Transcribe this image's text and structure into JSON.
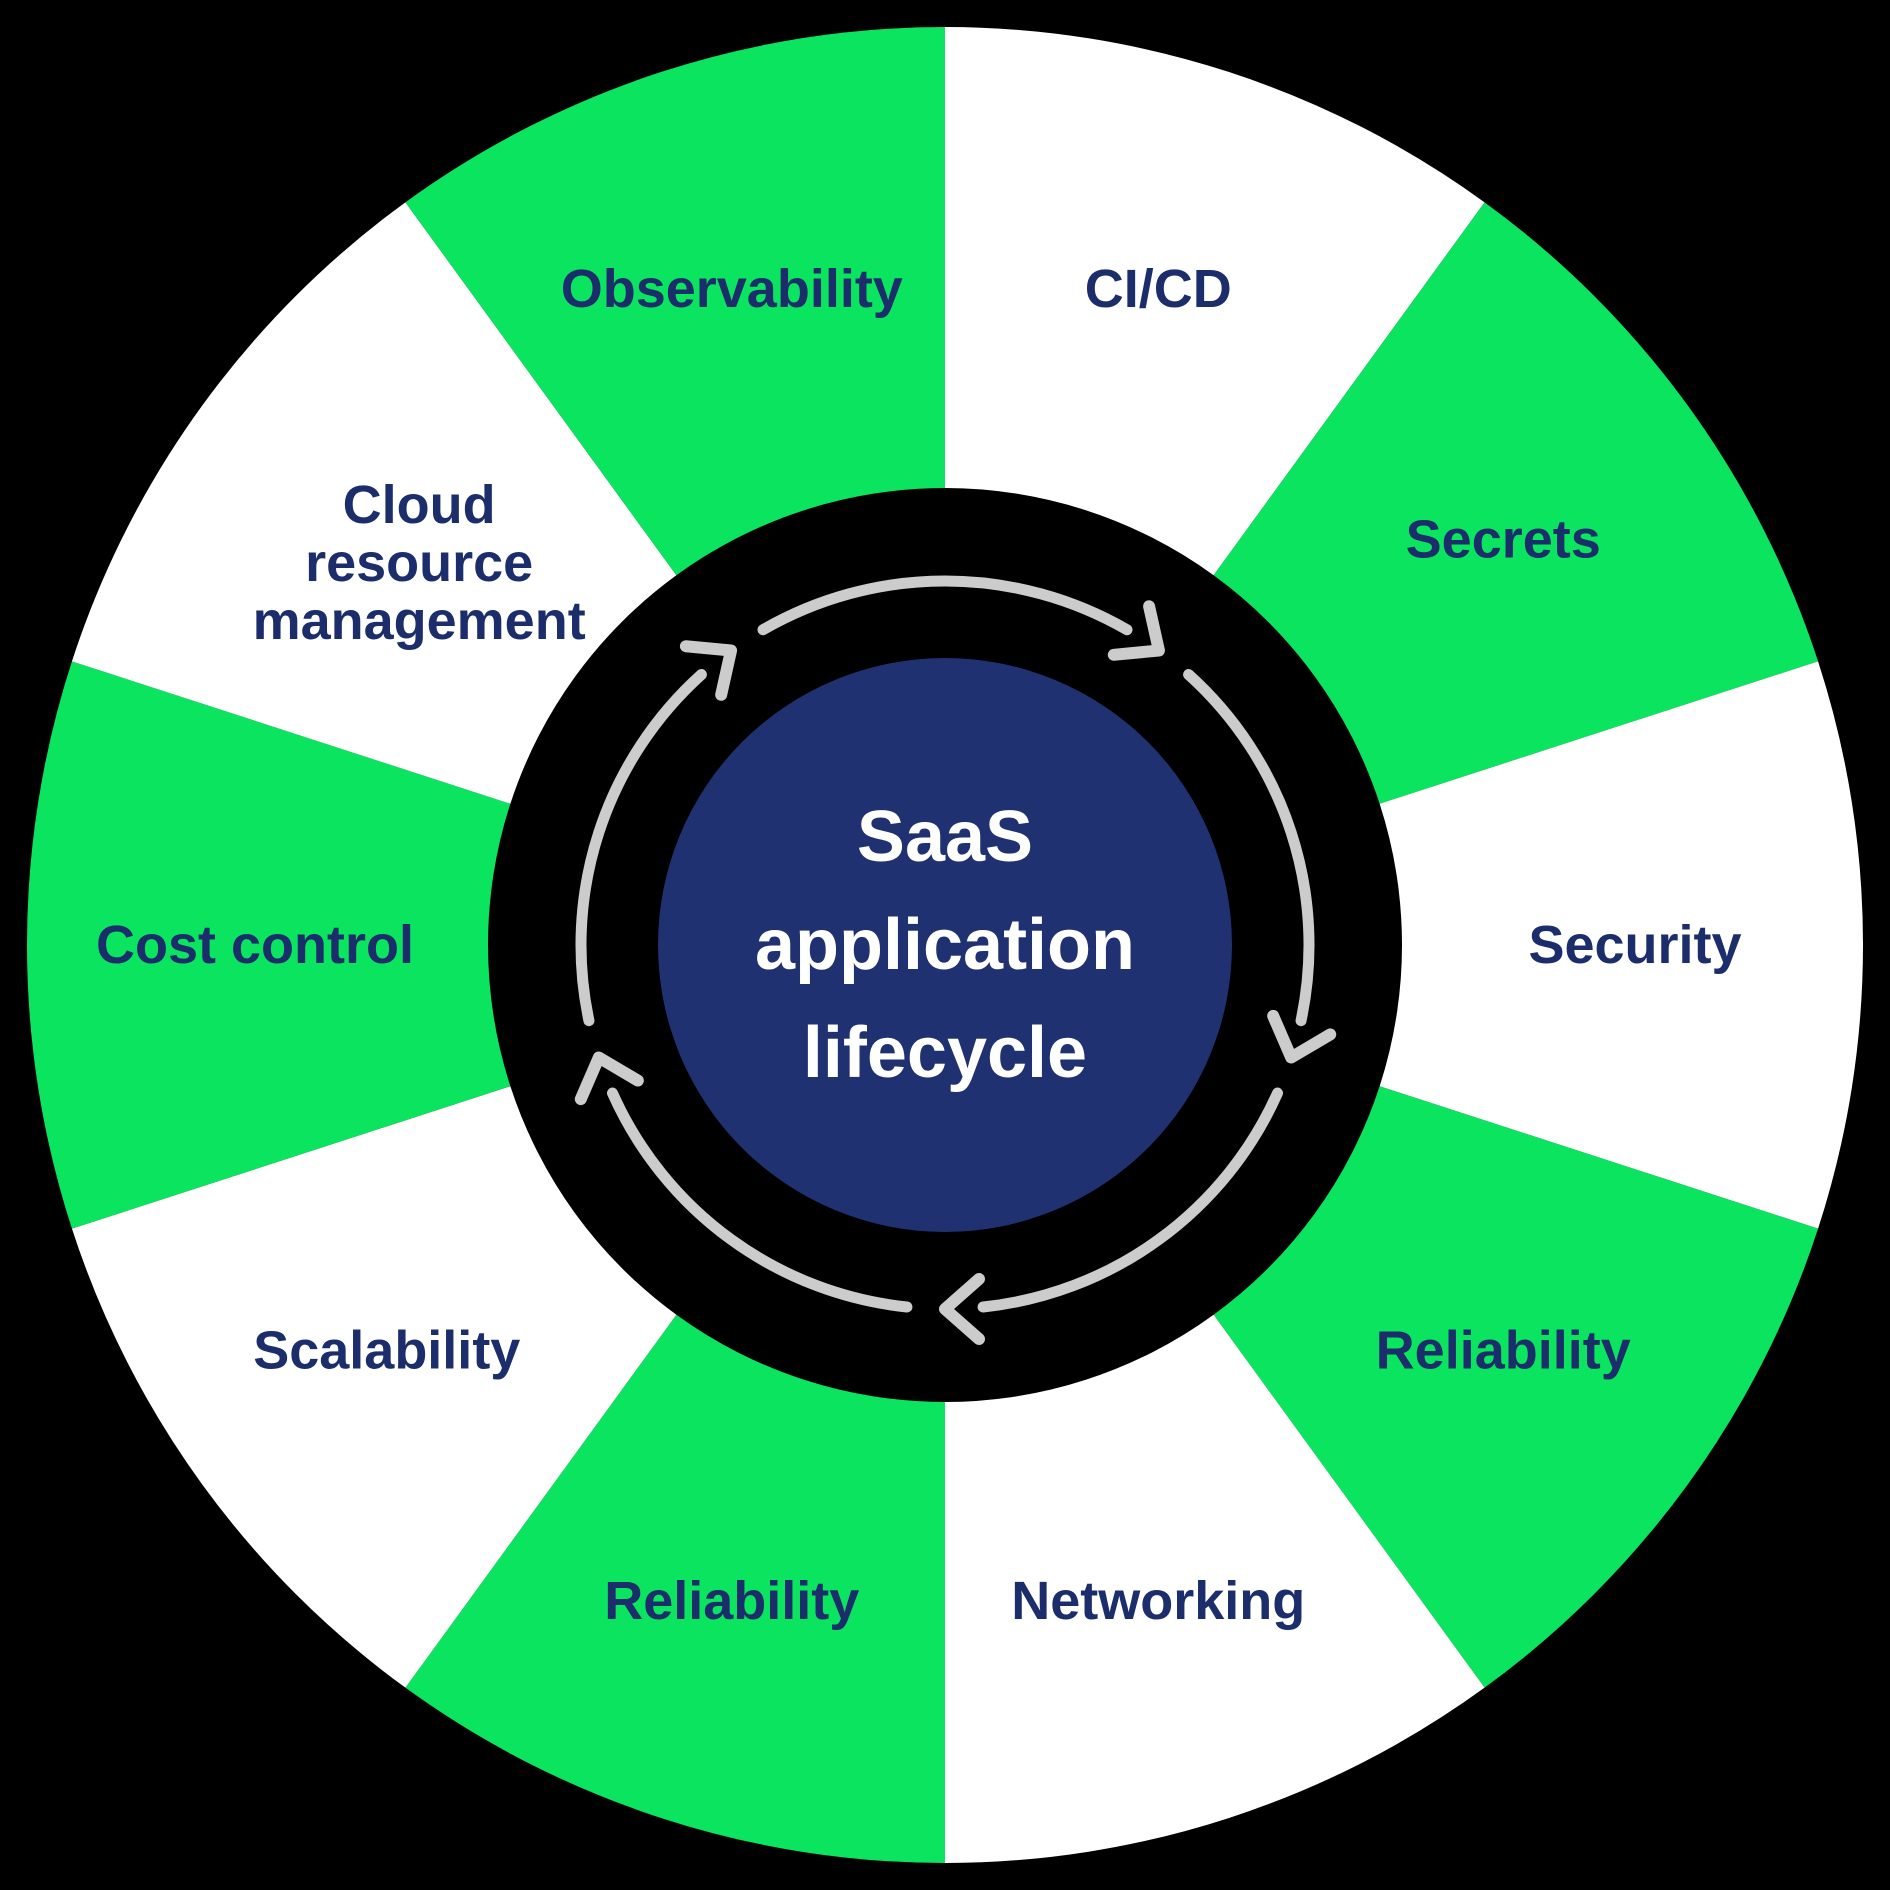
{
  "diagram_title": "SaaS application lifecycle",
  "background_color": "#000000",
  "palette": {
    "green": "#0AE45E",
    "white": "#FFFFFF",
    "label_text": "#1B2D6B",
    "arrow": "#CCCCCC",
    "center_circle": "#1F3170",
    "center_text": "#FFFFFF"
  },
  "center": {
    "lines": [
      "SaaS",
      "application",
      "lifecycle"
    ]
  },
  "cycle": {
    "direction": "clockwise",
    "arrow_count": 5,
    "arrowhead_angles_deg": [
      126,
      54,
      -18,
      -90,
      -162
    ]
  },
  "segments": [
    {
      "label": "CI/CD",
      "lines": [
        "CI/CD"
      ],
      "fill": "white",
      "start_angle": 90,
      "end_angle": 54,
      "label_angle": 72,
      "label_radius": 690
    },
    {
      "label": "Secrets",
      "lines": [
        "Secrets"
      ],
      "fill": "green",
      "start_angle": 54,
      "end_angle": 18,
      "label_angle": 36,
      "label_radius": 690
    },
    {
      "label": "Security",
      "lines": [
        "Security"
      ],
      "fill": "white",
      "start_angle": 18,
      "end_angle": -18,
      "label_angle": 0,
      "label_radius": 690
    },
    {
      "label": "Reliability",
      "lines": [
        "Reliability"
      ],
      "fill": "green",
      "start_angle": -18,
      "end_angle": -54,
      "label_angle": -36,
      "label_radius": 690
    },
    {
      "label": "Networking",
      "lines": [
        "Networking"
      ],
      "fill": "white",
      "start_angle": -54,
      "end_angle": -90,
      "label_angle": -72,
      "label_radius": 690
    },
    {
      "label": "Reliability",
      "lines": [
        "Reliability"
      ],
      "fill": "green",
      "start_angle": -90,
      "end_angle": -126,
      "label_angle": -108,
      "label_radius": 690
    },
    {
      "label": "Scalability",
      "lines": [
        "Scalability"
      ],
      "fill": "white",
      "start_angle": -126,
      "end_angle": -162,
      "label_angle": -144,
      "label_radius": 690
    },
    {
      "label": "Cost control",
      "lines": [
        "Cost control"
      ],
      "fill": "green",
      "start_angle": -162,
      "end_angle": -198,
      "label_angle": -180,
      "label_radius": 690
    },
    {
      "label": "Cloud resource management",
      "lines": [
        "Cloud",
        "resource",
        "management"
      ],
      "fill": "white",
      "start_angle": -198,
      "end_angle": -234,
      "label_angle": -216,
      "label_radius": 650
    },
    {
      "label": "Observability",
      "lines": [
        "Observability"
      ],
      "fill": "green",
      "start_angle": -234,
      "end_angle": -270,
      "label_angle": -252,
      "label_radius": 690
    }
  ]
}
